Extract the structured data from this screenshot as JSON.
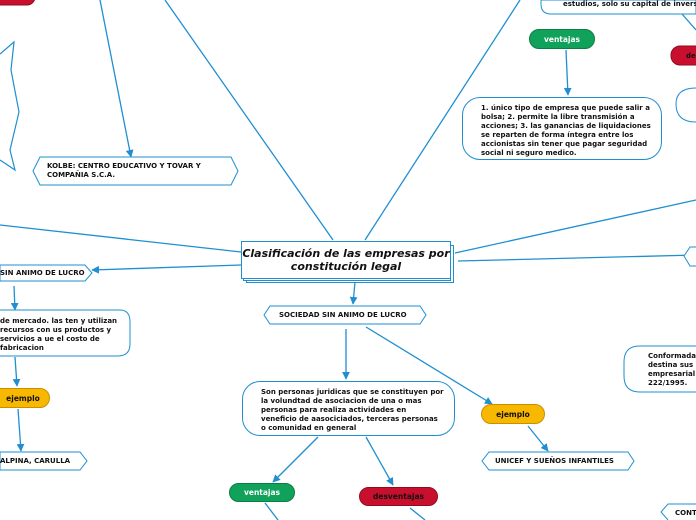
{
  "central": {
    "title": "Clasificación de las empresas por constitución legal"
  },
  "left_branch": {
    "title": "SIN ANIMO DE LUCRO",
    "description": "de mercado. las ten y utilizan recursos con us productos y servicios a ue el costo de fabricacion",
    "example_label": "ejemplo",
    "example": "ALPINA, CARULLA"
  },
  "top_left": {
    "example": "KOLBE: CENTRO EDUCATIVO Y TOVAR Y COMPAÑIA S.C.A."
  },
  "center_branch": {
    "title": "SOCIEDAD SIN ANIMO DE LUCRO",
    "description": "Son personas juridicas que se constituyen por la volundtad de asociacion de una o mas personas para realiza actividades en veneficio de aasociciados, terceras personas o comunidad en general",
    "advantages_label": "ventajas",
    "disadvantages_label": "desventajas",
    "example_label": "ejemplo",
    "example": "UNICEF Y SUEÑOS INFANTILES"
  },
  "top_right": {
    "header_text": "estudios, solo su capital de invers",
    "advantages_label": "ventajas",
    "disadvantages_label": "des",
    "advantages": "1. único tipo de empresa que puede salir a bolsa; 2. permite la libre transmisión a acciones; 3. las ganancias de liquidaciones se reparten de forma íntegra entre los accionistas sin tener que pagar seguridad social ni seguro medico."
  },
  "right_branch": {
    "description": "Conformada destina sus empresarial 222/1995."
  },
  "bottom_right": {
    "label": "CONT"
  },
  "colors": {
    "edge": "#1f8fd1",
    "green": "#10a25a",
    "red": "#c8102e",
    "yellow": "#f8b800"
  }
}
